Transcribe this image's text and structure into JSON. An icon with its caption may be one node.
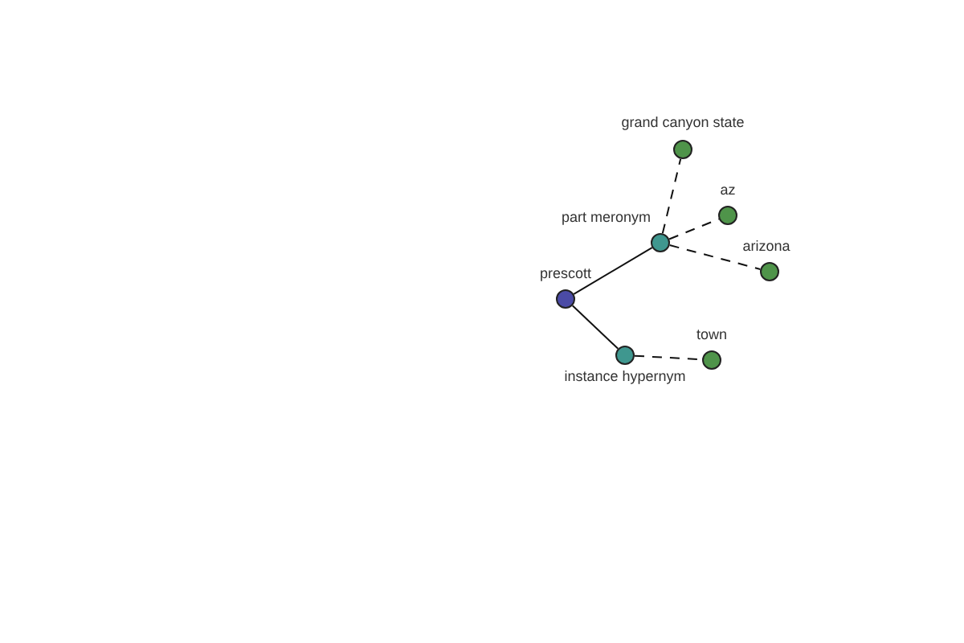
{
  "diagram": {
    "nodes": [
      {
        "text": [
          "prescott"
        ]
      },
      {
        "text": [
          "part meronym"
        ]
      },
      {
        "text": [
          "instance hypernym"
        ]
      },
      {
        "text": [
          "grand canyon state"
        ]
      },
      {
        "text": [
          "az"
        ]
      },
      {
        "text": [
          "arizona"
        ]
      },
      {
        "text": [
          "town"
        ]
      }
    ],
    "edges": [
      {
        "from": 0,
        "to": 1,
        "arrow": "none"
      },
      {
        "from": 0,
        "to": 2,
        "arrow": "none"
      },
      {
        "from": 1,
        "to": 3,
        "arrow": "none",
        "style": "dashed"
      },
      {
        "from": 1,
        "to": 4,
        "arrow": "none",
        "style": "dashed"
      },
      {
        "from": 1,
        "to": 5,
        "arrow": "none",
        "style": "dashed"
      },
      {
        "from": 2,
        "to": 6,
        "arrow": "none",
        "style": "dashed"
      }
    ]
  }
}
